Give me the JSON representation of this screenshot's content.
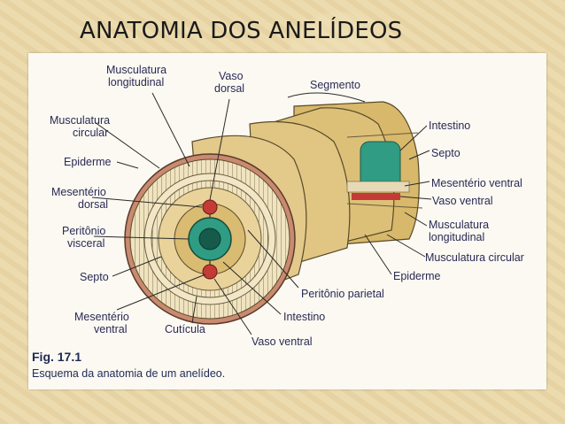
{
  "slide": {
    "title": "ANATOMIA DOS ANELÍDEOS"
  },
  "diagram": {
    "labels": {
      "musc_long_top_1": "Musculatura",
      "musc_long_top_2": "longitudinal",
      "vaso_dorsal_1": "Vaso",
      "vaso_dorsal_2": "dorsal",
      "segmento": "Segmento",
      "musc_circ_1": "Musculatura",
      "musc_circ_2": "circular",
      "epiderme_left": "Epiderme",
      "mesenterio_dorsal_1": "Mesentério",
      "mesenterio_dorsal_2": "dorsal",
      "peritonio_visceral_1": "Peritônio",
      "peritonio_visceral_2": "visceral",
      "septo_left": "Septo",
      "mesenterio_ventral_1": "Mesentério",
      "mesenterio_ventral_2": "ventral",
      "cuticula": "Cutícula",
      "vaso_ventral_bottom": "Vaso ventral",
      "intestino_bottom": "Intestino",
      "peritonio_parietal": "Peritônio parietal",
      "intestino_right": "Intestino",
      "septo_right": "Septo",
      "mesenterio_ventral_right": "Mesentério ventral",
      "vaso_ventral_right": "Vaso ventral",
      "musc_long_right_1": "Musculatura",
      "musc_long_right_2": "longitudinal",
      "musc_circ_right": "Musculatura circular",
      "epiderme_right": "Epiderme"
    },
    "caption": {
      "figure_number": "Fig. 17.1",
      "text": "Esquema da anatomia de um anelídeo."
    }
  }
}
